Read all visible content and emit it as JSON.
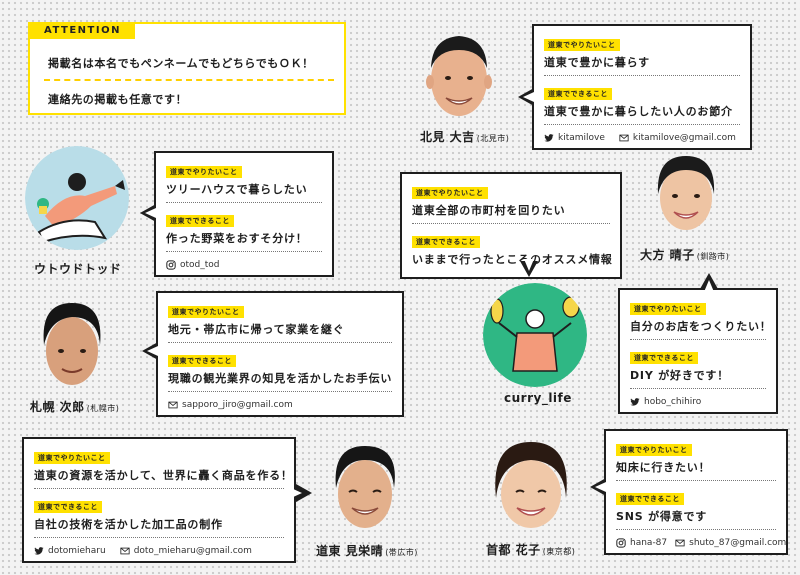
{
  "attention": {
    "label": "ATTENTION",
    "line1": "掲載名は本名でもペンネームでもどちらでもＯＫ！",
    "line2": "連絡先の掲載も任意です！"
  },
  "labels": {
    "want": "道東でやりたいこと",
    "can": "道東でできること"
  },
  "people": {
    "kitami": {
      "name": "北見 大吉",
      "city": "(北見市)",
      "want": "道東で豊かに暮らす",
      "can": "道東で豊かに暮らしたい人のお節介",
      "twitter": "kitamilove",
      "email": "kitamilove@gmail.com"
    },
    "utoudo": {
      "name": "ウトウドトッド",
      "want": "ツリーハウスで暮らしたい",
      "can": "作った野菜をおすそ分け！",
      "instagram": "otod_tod"
    },
    "curry": {
      "name": "curry_life",
      "want": "道東全部の市町村を回りたい",
      "can": "いままで行ったところのオススメ情報"
    },
    "ookata": {
      "name": "大方 晴子",
      "city": "(釧路市)",
      "want": "自分のお店をつくりたい！",
      "can": "DIY が好きです！",
      "twitter": "hobo_chihiro"
    },
    "sapporo": {
      "name": "札幌 次郎",
      "city": "(札幌市)",
      "want": "地元・帯広市に帰って家業を継ぐ",
      "can": "現職の観光業界の知見を活かしたお手伝い",
      "email": "sapporo_jiro@gmail.com"
    },
    "doto": {
      "name": "道東 見栄晴",
      "city": "(帯広市)",
      "want": "道東の資源を活かして、世界に轟く商品を作る！",
      "can": "自社の技術を活かした加工品の制作",
      "twitter": "dotomieharu",
      "email": "doto_mieharu@gmail.com"
    },
    "shuto": {
      "name": "首都 花子",
      "city": "(東京都)",
      "want": "知床に行きたい！",
      "can": "SNS が得意です",
      "instagram": "hana-87",
      "email": "shuto_87@gmail.com"
    }
  },
  "colors": {
    "accent": "#ffe100",
    "border": "#1e1e1e",
    "illust_blue": "#b9dde8",
    "illust_green": "#2fb784",
    "illust_orange": "#f39a7a"
  }
}
